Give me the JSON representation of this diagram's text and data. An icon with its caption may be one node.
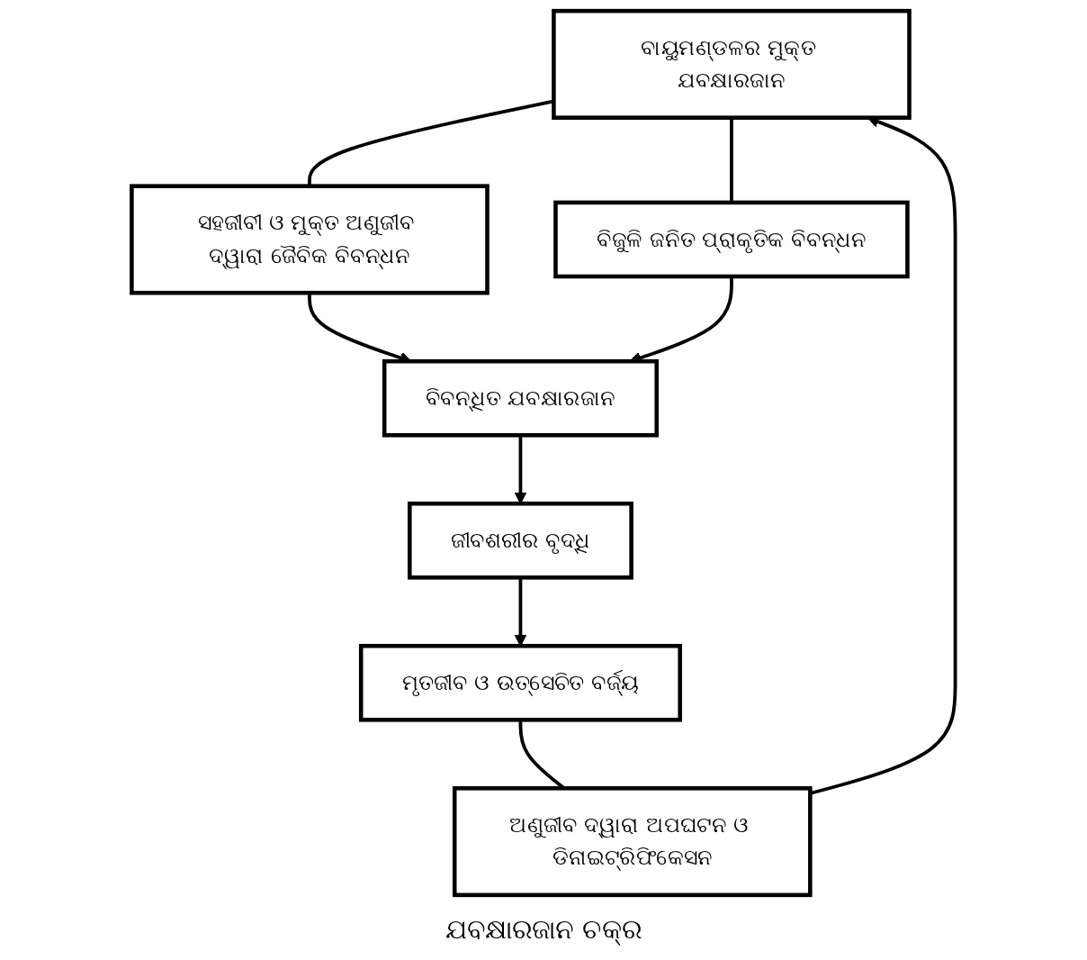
{
  "diagram": {
    "caption": "ଯବକ୍ଷାରଜାନ ଚକ୍ର",
    "nodes": [
      {
        "text": [
          "ବାୟୁମଣ୍ଡଳର ମୁକ୍ତ ଯବକ୍ଷାରଜାନ"
        ]
      },
      {
        "text": [
          "ସହଜୀବୀ ଓ ମୁକ୍ତ ଅଣୁଜୀବ ଦ୍ୱାରା ଜୈବିକ ବିବନ୍ଧନ"
        ]
      },
      {
        "text": [
          "ବିଜୁଳି ଜନିତ ପ୍ରାକୃତିକ ବିବନ୍ଧନ"
        ]
      },
      {
        "text": [
          "ଅଣୁଜୀବ ଦ୍ୱାରା ଅପଘଟନ ଓ ଡିନାଇଟ୍ରିଫିକେସନ"
        ]
      },
      {
        "text": [
          "ବିବନ୍ଧିତ ଯବକ୍ଷାରଜାନ"
        ]
      },
      {
        "text": [
          "ମୃତଜୀବ ଓ ଉତ୍ସେଚିତ ବର୍ଜ୍ୟ"
        ]
      },
      {
        "text": [
          "ଜୀବଶରୀର ବୃଦ୍ଧି"
        ]
      }
    ],
    "edges": [
      {
        "from": 0,
        "to": 1,
        "arrow": "none"
      },
      {
        "from": 1,
        "to": 4,
        "arrow": "to"
      },
      {
        "from": 0,
        "to": 2,
        "arrow": "none"
      },
      {
        "from": 2,
        "to": 4,
        "arrow": "to"
      },
      {
        "from": 4,
        "to": 6,
        "arrow": "to"
      },
      {
        "from": 6,
        "to": 5,
        "arrow": "to"
      },
      {
        "from": 5,
        "to": 3,
        "arrow": "none"
      },
      {
        "from": 3,
        "to": 0,
        "arrow": "to"
      }
    ]
  }
}
